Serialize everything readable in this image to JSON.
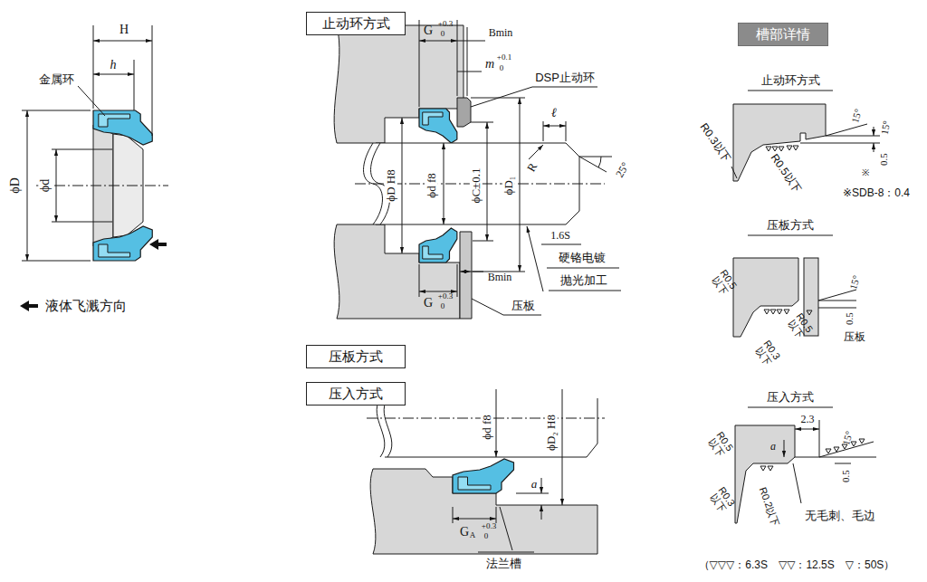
{
  "diagram": {
    "nodes": [
      {
        "text": [
          "止动环方式"
        ]
      },
      {
        "text": [
          "压板方式"
        ]
      },
      {
        "text": [
          "压入方式"
        ]
      },
      {
        "text": [
          "槽部详情"
        ]
      }
    ],
    "labels": [
      "H",
      "h",
      "金属环",
      "ϕD",
      "ϕd",
      "液体飞溅方向",
      "G",
      "+0.3",
      "0",
      "Bmin",
      "m",
      "+0.1",
      "0",
      "DSP止动环",
      "ℓ",
      "R",
      "25°",
      "ϕD H8",
      "ϕd f8",
      "ϕC±0.1",
      "ϕD₁",
      "1.6S",
      "硬铬电镀",
      "抛光加工",
      "Bmin",
      "G",
      "+0.3",
      "0",
      "压板",
      "ϕd f8",
      "ϕD₂ H8",
      "a",
      "G",
      "A",
      "+0.3",
      "0",
      "法兰槽",
      "止动环方式",
      "R0.3以下",
      "R0.5以下",
      "15°",
      "15°",
      "0.5",
      "※",
      "※SDB-8：0.4",
      "压板方式",
      "R0.5 以下",
      "15°",
      "0.5",
      "R0.3 以下",
      "R0.5 以下",
      "压板",
      "压入方式",
      "2.3",
      "15°",
      "R0.5 以下",
      "a",
      "0.5",
      "R0.3 以下",
      "R0.2以下",
      "无毛刺、毛边",
      "（▽▽▽：6.3S　▽▽：12.5S　▽：50S）"
    ]
  }
}
